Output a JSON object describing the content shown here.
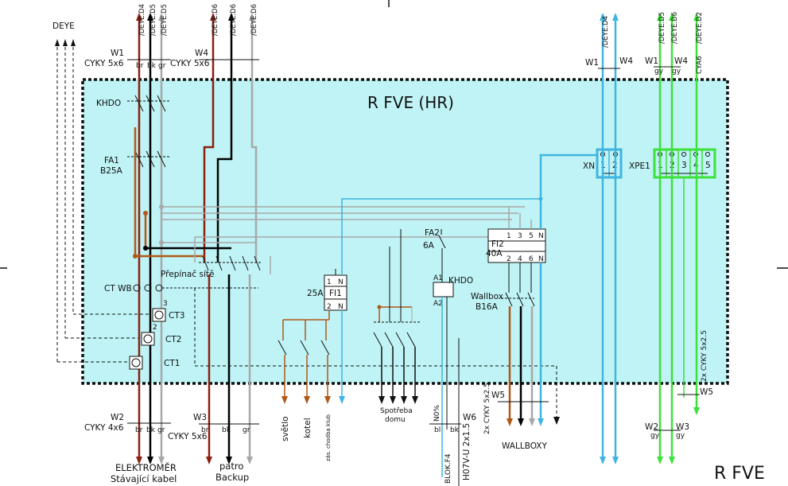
{
  "panel": {
    "title": "R FVE (HR)",
    "corner_title": "R FVE"
  },
  "colors": {
    "panel_fill": "#bff3f5",
    "brown": "#8b2010",
    "black": "#000000",
    "gray": "#a8a8a8",
    "blue": "#3fb5e0",
    "green": "#3ee03a",
    "cable_brown": "#b05818"
  },
  "left": {
    "deye": "DEYE",
    "w1": "W1",
    "w1_cable": "CYKY 5x6",
    "w4": "W4",
    "w4_cable": "CYKY 5x6",
    "w2": "W2",
    "w2_cable": "CYKY 4x6",
    "w3": "W3",
    "w3_cable": "CYKY 5x6",
    "top_feeds": [
      "/DEYE.D4",
      "/DEYE.D5",
      "/DEYE.D5"
    ],
    "top_feeds_w4": [
      "/DEYE.D6",
      "/DEYE.D6",
      "/DEYE.D6"
    ],
    "core_top": [
      "br",
      "bk",
      "gr"
    ],
    "core_bottom": [
      "br",
      "bk",
      "gr"
    ],
    "core_bottom_w3": [
      "br",
      "bk",
      "gr"
    ],
    "khdo": "KHDO",
    "fa1": "FA1",
    "fa1_rating": "B25A",
    "ctwb": "CT WB",
    "ct3": "CT3",
    "ct2": "CT2",
    "ct1": "CT1",
    "n3": "3",
    "n2": "2",
    "elektromer": "ELEKTROMĚR",
    "stavajici": "Stávající kabel",
    "patro": "patro",
    "backup": "Backup"
  },
  "center": {
    "prepinac": "Přepínač sítě",
    "fi1": "FI1",
    "fi1_rating": "25A",
    "fi1_top": [
      "1",
      "N"
    ],
    "fi1_bot": [
      "2",
      "N"
    ],
    "fa2": "FA2",
    "fa2_rating": "6A",
    "khdo2": "KHDO",
    "a1": "A1",
    "a2": "A2",
    "fi2": "FI2",
    "fi2_rating": "40A",
    "fi2_top": [
      "1",
      "3",
      "5",
      "N"
    ],
    "fi2_bot": [
      "2",
      "4",
      "6",
      "N"
    ],
    "wallbox": "Wallbox",
    "wallbox_rating": "B16A",
    "svetlo": "světlo",
    "kotel": "kotel",
    "zas": "zás. chodba klub",
    "spotreba": "Spotřeba",
    "domu": "domu",
    "nd": "N0%",
    "bl": "bl",
    "bk": "bk",
    "w6": "W6",
    "h07": "H07V-U 2x1.5",
    "blok": "BLOK.F4",
    "w5": "W5",
    "cyky2": "2x CYKY 5x2.5",
    "wallboxy": "WALLBOXY"
  },
  "right": {
    "xn": "XN",
    "xn_terms": [
      "1",
      "2"
    ],
    "xpe1": "XPE1",
    "xpe1_terms": [
      "1",
      "2",
      "3",
      "4",
      "5"
    ],
    "deye_d4": "/DEYE.D4",
    "top_feeds": [
      "/DEYE.D5",
      "/DEYE.D6",
      "/DEYE.D2"
    ],
    "w1": "W1",
    "w4": "W4",
    "w1b": "W1",
    "w4b": "W4",
    "gy1": "gy",
    "gy2": "gy",
    "cya": "CYA6",
    "w2": "W2",
    "w3": "W3",
    "gy3": "gy",
    "gy4": "gy",
    "w5": "W5",
    "cyky": "2x CYKY 5x2.5"
  }
}
